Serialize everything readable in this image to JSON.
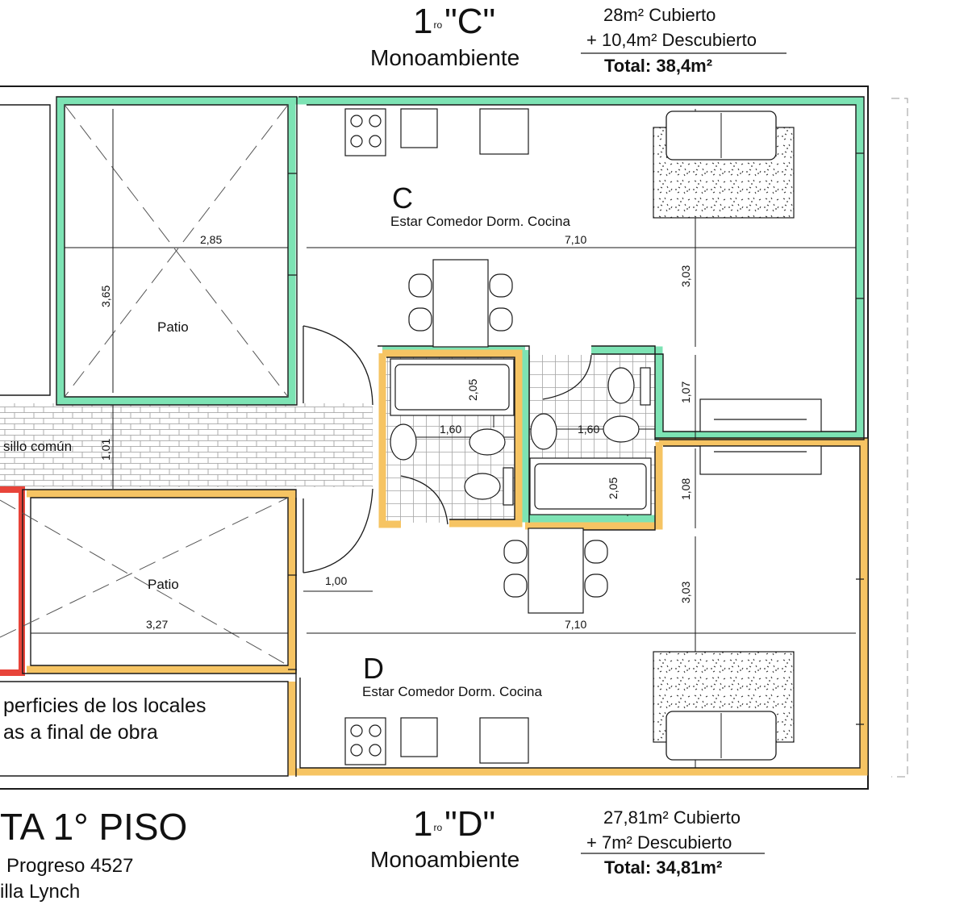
{
  "unit_c": {
    "floor": "1",
    "floor_sup": "ro",
    "letter": "\"C\"",
    "type": "Monoambiente",
    "covered": "28m² Cubierto",
    "uncovered": "+ 10,4m² Descubierto",
    "total": "Total: 38,4m²",
    "room_letter": "C",
    "room_desc": "Estar Comedor Dorm. Cocina"
  },
  "unit_d": {
    "floor": "1",
    "floor_sup": "ro",
    "letter": "\"D\"",
    "type": "Monoambiente",
    "covered": "27,81m² Cubierto",
    "uncovered": "+ 7m² Descubierto",
    "total": "Total: 34,81m²",
    "room_letter": "D",
    "room_desc": "Estar Comedor Dorm. Cocina"
  },
  "patios": [
    "Patio",
    "Patio"
  ],
  "corridor": "sillo común",
  "note": [
    "perficies de los locales",
    "as a final de obra"
  ],
  "footer": {
    "title": "TA 1° PISO",
    "address_1": "Progreso 4527",
    "address_2": "illa Lynch"
  },
  "dimensions": {
    "patio_c_width": "2,85",
    "patio_c_depth": "3,65",
    "unit_c_width": "7,10",
    "unit_c_depth": "3,03",
    "bath_c_depth": "2,05",
    "bath_c_width": "1,60",
    "bath_d_width": "1,60",
    "bath_d_depth": "2,05",
    "corridor_width": "1,01",
    "hall_c_depth": "1,07",
    "hall_d_depth": "1,08",
    "door_width": "1,00",
    "patio_d_width": "3,27",
    "unit_d_width": "7,10",
    "unit_d_depth": "3,03"
  },
  "colors": {
    "unit_c": "#7de3b4",
    "unit_d": "#f6c463",
    "neighbor": "#e8443a",
    "line": "#1a1a1a"
  }
}
